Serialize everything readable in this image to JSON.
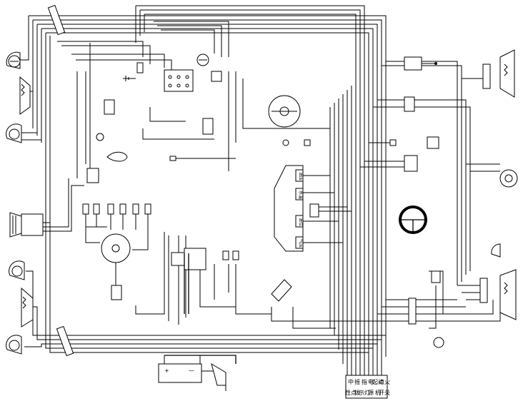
{
  "dashboard": {
    "oil_pressure_label": "油压",
    "water_temp_label": "水温",
    "fuel_level_label": "油位",
    "air_pressure_label": "气压"
  },
  "legend": {
    "col1_top": "中",
    "col1_bottom": "性点",
    "col2_top": "摇",
    "col2_bottom": "拨",
    "col3_top": "指",
    "col3_bottom": "示灯",
    "col4_top": "电",
    "col4_bottom": "源",
    "col5_top": "起动",
    "col5_bottom": "机",
    "col6_top": "点火",
    "col6_bottom": "开关"
  },
  "battery": {
    "plus_sign": "+",
    "minus_sign": "—"
  }
}
